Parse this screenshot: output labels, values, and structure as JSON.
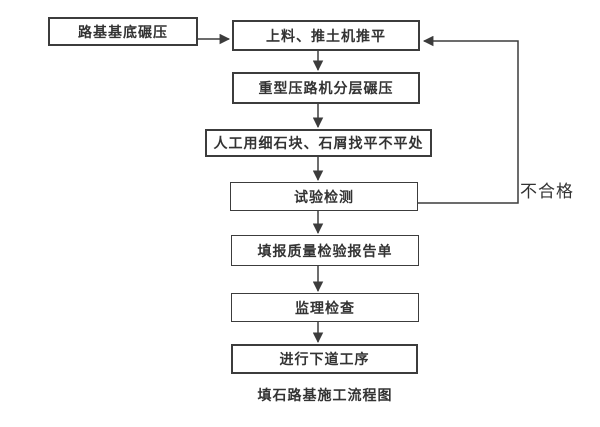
{
  "diagram": {
    "caption": "填石路基施工流程图",
    "feedback_label": "不合格",
    "nodes": [
      {
        "id": "subgrade-base-compaction",
        "label": "路基基底碾压"
      },
      {
        "id": "loading-bulldozer-leveling",
        "label": "上料、推土机推平"
      },
      {
        "id": "heavy-roller-layered-compaction",
        "label": "重型压路机分层碾压"
      },
      {
        "id": "manual-leveling-uneven-spots",
        "label": "人工用细石块、石屑找平不平处"
      },
      {
        "id": "test-inspection",
        "label": "试验检测"
      },
      {
        "id": "quality-inspection-report",
        "label": "填报质量检验报告单"
      },
      {
        "id": "supervision-check",
        "label": "监理检查"
      },
      {
        "id": "next-process",
        "label": "进行下道工序"
      }
    ],
    "colors": {
      "background": "#ffffff",
      "line": "#3c3c3c",
      "text": "#333333"
    }
  }
}
